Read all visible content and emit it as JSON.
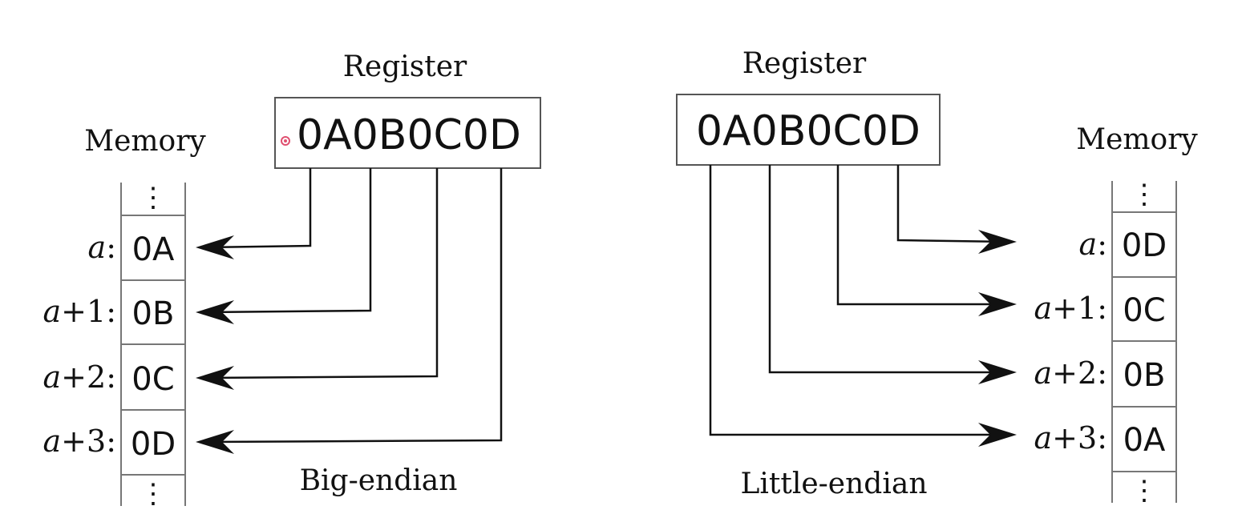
{
  "big_endian": {
    "caption": "Big-endian",
    "register_label": "Register",
    "register_value": "0A0B0C0D",
    "memory_label": "Memory",
    "ellipsis": "⋮",
    "rows": [
      {
        "var": "a",
        "suffix": ":",
        "value": "0A"
      },
      {
        "var": "a",
        "suffix": "+1:",
        "value": "0B"
      },
      {
        "var": "a",
        "suffix": "+2:",
        "value": "0C"
      },
      {
        "var": "a",
        "suffix": "+3:",
        "value": "0D"
      }
    ]
  },
  "little_endian": {
    "caption": "Little-endian",
    "register_label": "Register",
    "register_value": "0A0B0C0D",
    "memory_label": "Memory",
    "ellipsis": "⋮",
    "rows": [
      {
        "var": "a",
        "suffix": ":",
        "value": "0D"
      },
      {
        "var": "a",
        "suffix": "+1:",
        "value": "0C"
      },
      {
        "var": "a",
        "suffix": "+2:",
        "value": "0B"
      },
      {
        "var": "a",
        "suffix": "+3:",
        "value": "0A"
      }
    ]
  },
  "colors": {
    "line": "#111111",
    "box_border": "#555555",
    "cell_border": "#777777",
    "marker": "#e05070"
  }
}
